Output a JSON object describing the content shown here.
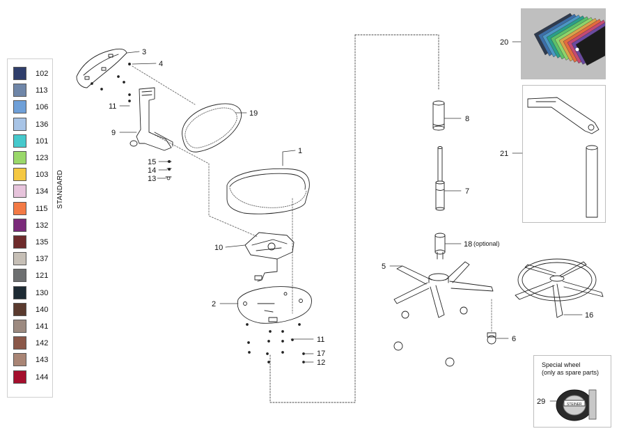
{
  "swatches": [
    {
      "code": "102",
      "color": "#2f3e6b"
    },
    {
      "code": "113",
      "color": "#6f86a8"
    },
    {
      "code": "106",
      "color": "#6fa0d8"
    },
    {
      "code": "136",
      "color": "#a8c4e6"
    },
    {
      "code": "101",
      "color": "#46c9cc"
    },
    {
      "code": "123",
      "color": "#9ad86a"
    },
    {
      "code": "103",
      "color": "#f5c842"
    },
    {
      "code": "134",
      "color": "#e7c4dc"
    },
    {
      "code": "115",
      "color": "#f37a45"
    },
    {
      "code": "132",
      "color": "#7a2a7a"
    },
    {
      "code": "135",
      "color": "#6e2b2b"
    },
    {
      "code": "137",
      "color": "#c6bfb6"
    },
    {
      "code": "121",
      "color": "#6d6f70"
    },
    {
      "code": "130",
      "color": "#1d2a33"
    },
    {
      "code": "140",
      "color": "#5a3a2e"
    },
    {
      "code": "141",
      "color": "#9c8a80"
    },
    {
      "code": "142",
      "color": "#8a5748"
    },
    {
      "code": "143",
      "color": "#a98575"
    },
    {
      "code": "144",
      "color": "#a50f2d"
    }
  ],
  "standard_label": "STANDARD",
  "part_numbers": {
    "p1": "1",
    "p2": "2",
    "p3": "3",
    "p4": "4",
    "p5": "5",
    "p6": "6",
    "p7": "7",
    "p8": "8",
    "p9": "9",
    "p10": "10",
    "p11a": "11",
    "p11b": "11",
    "p12": "12",
    "p13": "13",
    "p14": "14",
    "p15": "15",
    "p16": "16",
    "p17": "17",
    "p18": "18",
    "p19": "19",
    "p20": "20",
    "p21": "21",
    "p29": "29"
  },
  "optional_label": "(optional)",
  "special_wheel": {
    "line1": "Special wheel",
    "line2": "(only as spare parts)",
    "wheel_text": "STEINER"
  },
  "fabric_colors": [
    "#2f3b4f",
    "#3d6fa8",
    "#4c97c5",
    "#2a9e8a",
    "#5cc06a",
    "#8ed46b",
    "#d9a24a",
    "#e36a3e",
    "#c44a73",
    "#6a4aa0",
    "#1b1b1b"
  ]
}
